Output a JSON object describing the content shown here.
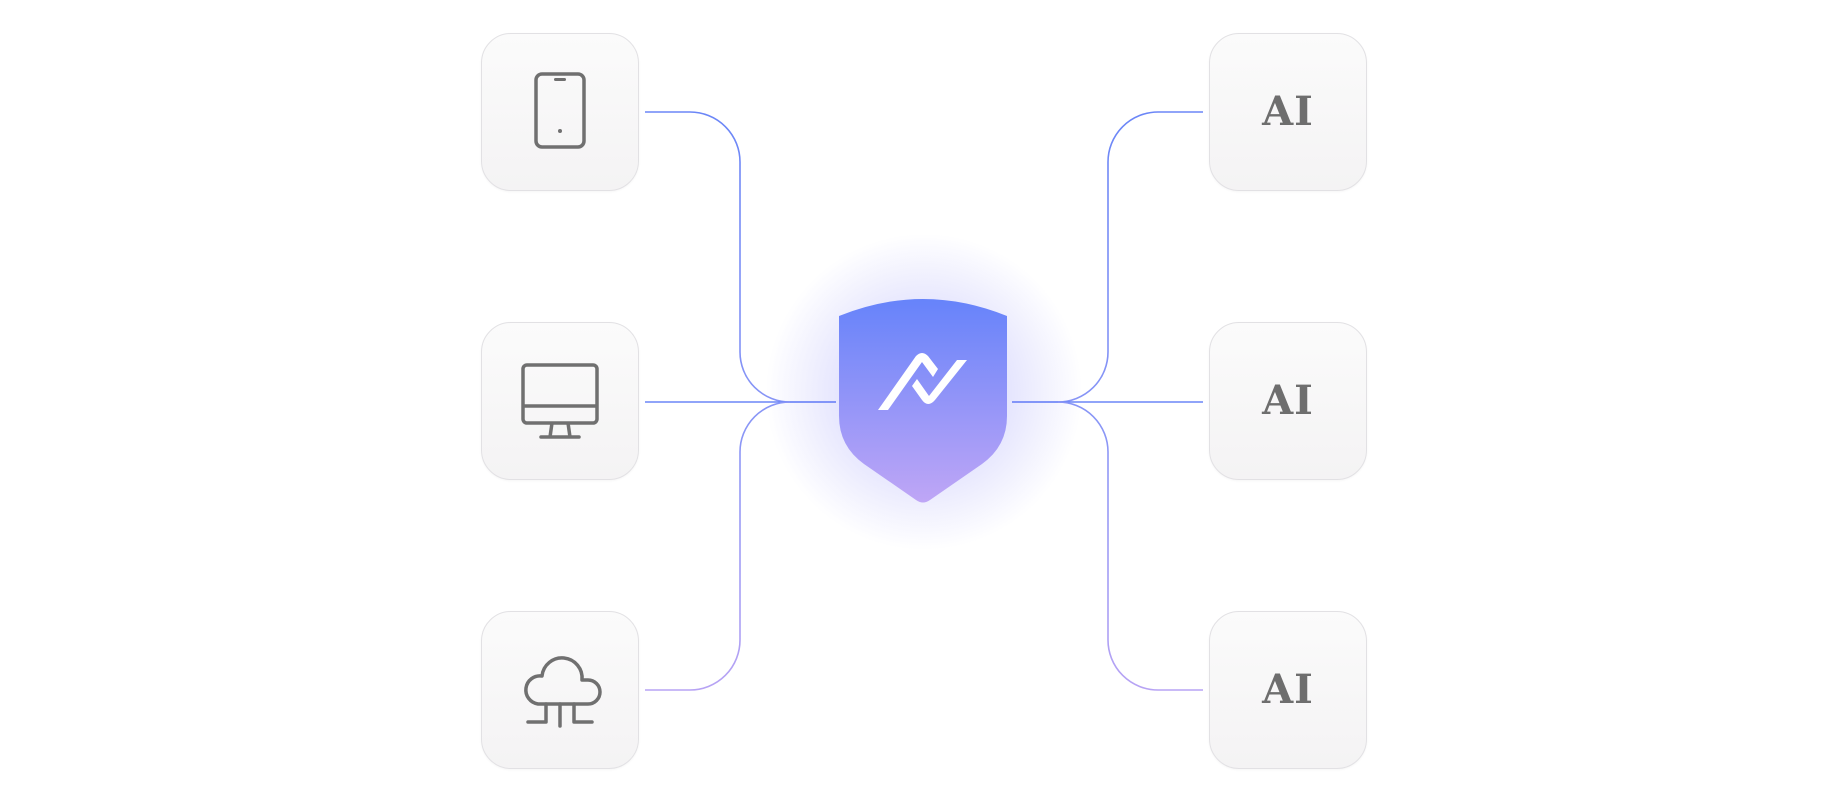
{
  "diagram": {
    "left_nodes": [
      {
        "id": "mobile",
        "icon": "smartphone-icon"
      },
      {
        "id": "desktop",
        "icon": "desktop-monitor-icon"
      },
      {
        "id": "cloud",
        "icon": "cloud-network-icon"
      }
    ],
    "hub": {
      "icon": "shield-logo-icon"
    },
    "right_nodes": [
      {
        "id": "ai-1",
        "label": "AI"
      },
      {
        "id": "ai-2",
        "label": "AI"
      },
      {
        "id": "ai-3",
        "label": "AI"
      }
    ]
  },
  "colors": {
    "wire_blue": "#6b86f7",
    "wire_violet": "#b7a3f4",
    "shield_top": "#6683fa",
    "shield_bottom": "#bfa6f6",
    "icon_gray": "#707070",
    "tile_border": "#e2e1e4"
  }
}
